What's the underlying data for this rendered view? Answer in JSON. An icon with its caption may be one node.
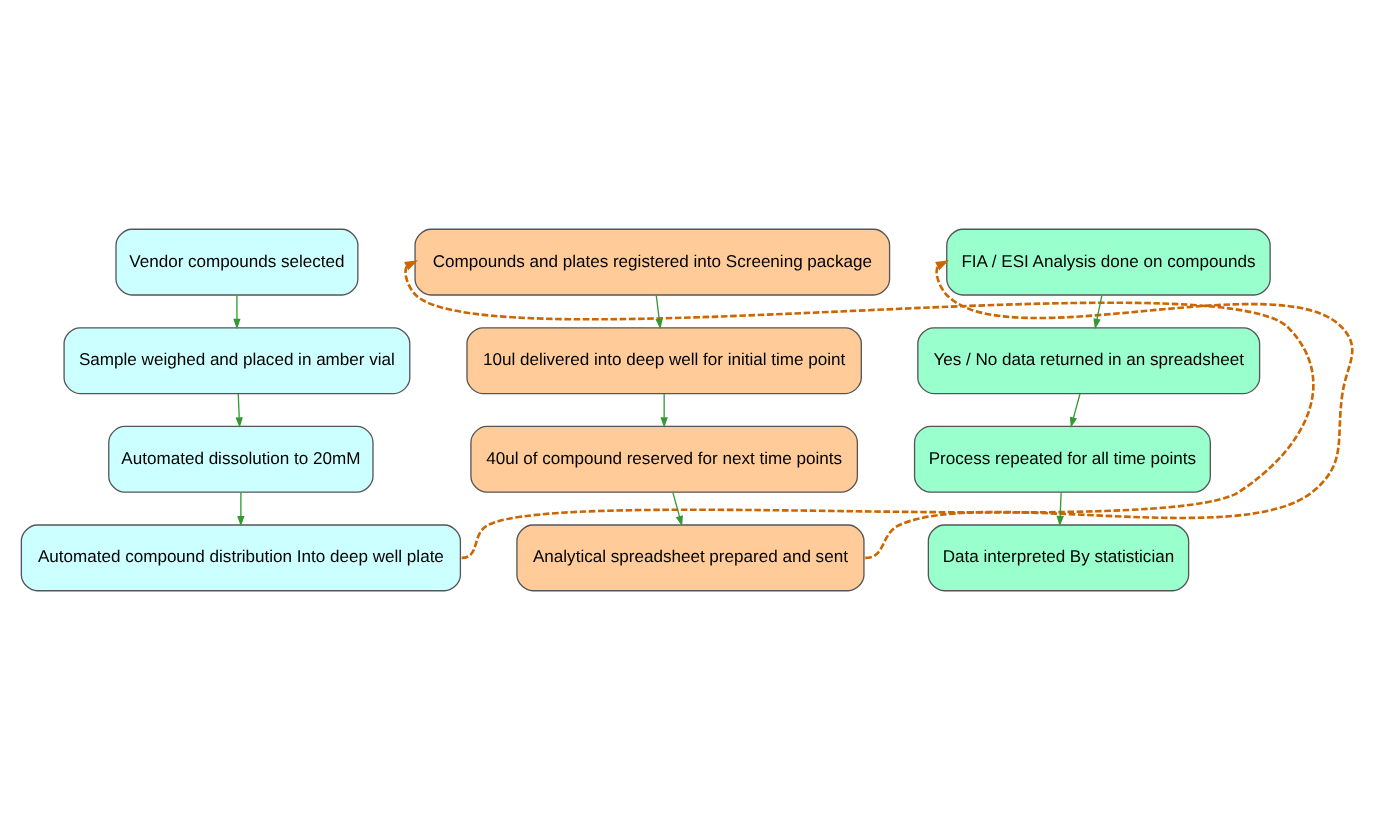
{
  "diagram": {
    "nodes": [
      {
        "text": [
          "Vendor compounds selected"
        ]
      },
      {
        "text": [
          "Sample weighed and placed in amber vial"
        ]
      },
      {
        "text": [
          "Automated dissolution to 20mM"
        ]
      },
      {
        "text": [
          "Automated compound distribution Into deep well plate"
        ]
      },
      {
        "text": [
          "Compounds and plates registered into Screening package"
        ]
      },
      {
        "text": [
          "10ul delivered into deep well for initial time point"
        ]
      },
      {
        "text": [
          "40ul of compound reserved for next time points"
        ]
      },
      {
        "text": [
          "Analytical spreadsheet prepared and sent"
        ]
      },
      {
        "text": [
          "FIA / ESI Analysis done on compounds"
        ]
      },
      {
        "text": [
          "Yes / No data returned in an spreadsheet"
        ]
      },
      {
        "text": [
          "Process repeated for all time points"
        ]
      },
      {
        "text": [
          "Data interpreted By statistician"
        ]
      }
    ],
    "edges": [
      {
        "from": 0,
        "to": 1,
        "arrow": "to"
      },
      {
        "from": 1,
        "to": 2,
        "arrow": "to"
      },
      {
        "from": 2,
        "to": 3,
        "arrow": "to"
      },
      {
        "from": 3,
        "to": 4,
        "arrow": "to",
        "style": "dashed",
        "color": "#cc6600"
      },
      {
        "from": 4,
        "to": 5,
        "arrow": "to"
      },
      {
        "from": 5,
        "to": 6,
        "arrow": "to"
      },
      {
        "from": 6,
        "to": 7,
        "arrow": "to"
      },
      {
        "from": 7,
        "to": 8,
        "arrow": "to",
        "style": "dashed",
        "color": "#cc6600"
      },
      {
        "from": 8,
        "to": 9,
        "arrow": "to"
      },
      {
        "from": 9,
        "to": 10,
        "arrow": "to"
      },
      {
        "from": 10,
        "to": 11,
        "arrow": "to"
      }
    ]
  }
}
